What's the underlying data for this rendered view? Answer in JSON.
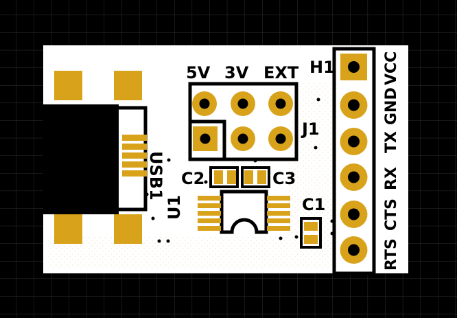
{
  "colors": {
    "background": "#000000",
    "grid": "#2f2f2f",
    "board": "#ffffff",
    "board_texture": "#f1e6c4",
    "copper": "#d9a21b",
    "silkscreen": "#000000",
    "drill": "#000000"
  },
  "labels": {
    "h1": "H1",
    "j1": "J1",
    "usb1": "USB1",
    "u1": "U1",
    "c1": "C1",
    "c2": "C2",
    "c3": "C3",
    "v5": "5V",
    "v3": "3V",
    "ext": "EXT"
  },
  "header_pins": [
    "VCC",
    "GND",
    "TX",
    "RX",
    "CTS",
    "RTS"
  ]
}
